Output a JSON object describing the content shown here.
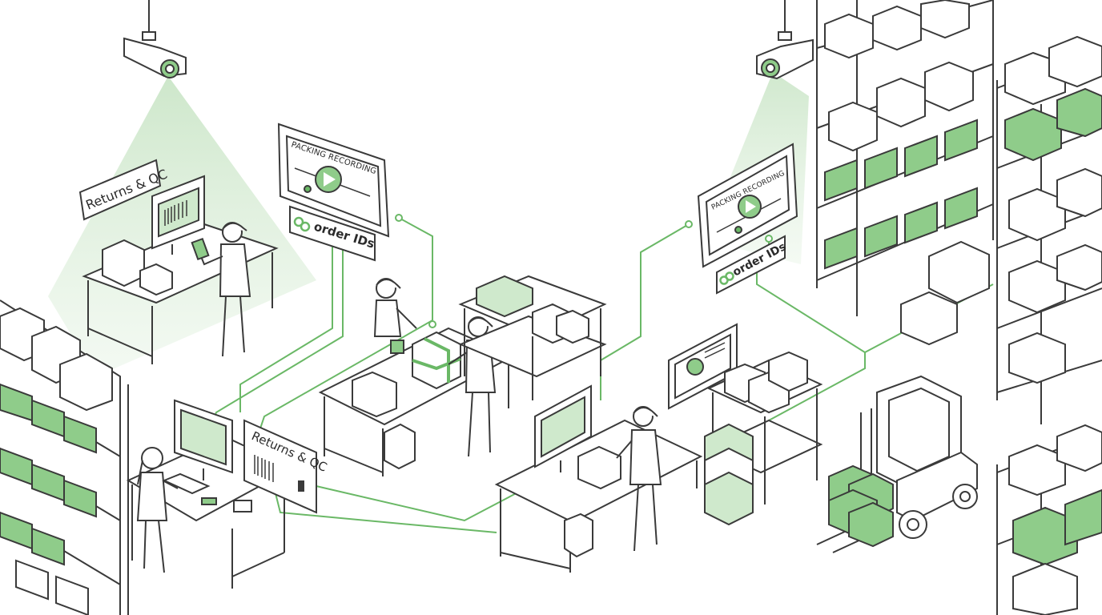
{
  "colors": {
    "accent": "#6ab866",
    "accent_light": "#cfe9cc",
    "accent_fill": "#8fcc8a",
    "line": "#3a3a3a",
    "background": "#ffffff"
  },
  "labels": {
    "returns_qc_top": "Returns & QC",
    "returns_qc_bottom": "Returns & QC",
    "packing_recording_left": "PACKING RECORDING",
    "packing_recording_right": "PACKING RECORDING",
    "order_ids_left": "order IDs",
    "order_ids_right": "order IDs"
  },
  "icons": {
    "camera": "security-camera-icon",
    "play": "play-icon",
    "link": "chain-link-icon",
    "barcode": "barcode-icon",
    "forklift": "forklift-icon"
  }
}
